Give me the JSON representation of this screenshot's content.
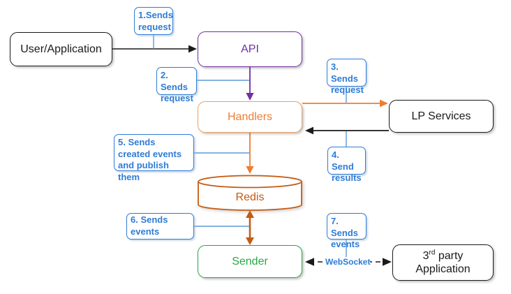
{
  "nodes": {
    "user_app": {
      "label": "User/Application"
    },
    "api": {
      "label": "API"
    },
    "handlers": {
      "label": "Handlers"
    },
    "lp_services": {
      "label": "LP Services"
    },
    "redis": {
      "label": "Redis"
    },
    "sender": {
      "label": "Sender"
    },
    "third_party": {
      "line1_base": "3",
      "line1_sup": "rd",
      "line1_rest": " party",
      "line2": "Application"
    }
  },
  "annotations": {
    "step1": "1.Sends request",
    "step2": "2. Sends request",
    "step3": "3. Sends request",
    "step4": "4. Send results",
    "step5": "5. Sends created events and publish them",
    "step6": "6. Sends events",
    "step7": "7. Sends events",
    "websocket_label": "WebSocket"
  },
  "edges": [
    {
      "from": "user_app",
      "to": "api",
      "style": "solid",
      "color": "black",
      "annotation": "step1"
    },
    {
      "from": "api",
      "to": "handlers",
      "style": "solid",
      "color": "purple",
      "annotation": "step2"
    },
    {
      "from": "handlers",
      "to": "lp_services",
      "style": "solid",
      "color": "orange",
      "annotation": "step3"
    },
    {
      "from": "lp_services",
      "to": "handlers",
      "style": "solid",
      "color": "black",
      "annotation": "step4"
    },
    {
      "from": "handlers",
      "to": "redis",
      "style": "solid",
      "color": "orange",
      "annotation": "step5"
    },
    {
      "from": "redis",
      "to": "sender",
      "style": "solid-double",
      "color": "dark_orange",
      "annotation": "step6"
    },
    {
      "from": "sender",
      "to": "third_party",
      "style": "dashed-double",
      "color": "black",
      "annotation": "step7, websocket_label"
    }
  ],
  "colors": {
    "annotation_blue": "#2E7CD6",
    "connector_blue": "#5B9BD5",
    "purple": "#7030A0",
    "orange": "#ED7D31",
    "dark_orange": "#C55A11",
    "green": "#28A745",
    "black": "#1A1A1A"
  }
}
